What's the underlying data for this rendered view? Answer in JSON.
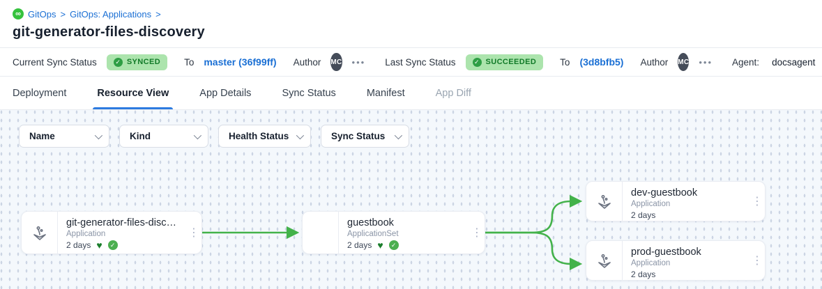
{
  "breadcrumb": {
    "separator": ">",
    "items": [
      {
        "label": "GitOps"
      },
      {
        "label": "GitOps: Applications"
      }
    ]
  },
  "page": {
    "title": "git-generator-files-discovery"
  },
  "icons": {
    "infinity": "∞",
    "check": "✓",
    "heart": "♥",
    "kebab": "⋮",
    "more": "•••"
  },
  "status_bar": {
    "current": {
      "label": "Current Sync Status",
      "badge": "SYNCED",
      "to_label": "To",
      "revision": "master (36f99ff)",
      "author_label": "Author",
      "author_initials": "MC"
    },
    "last": {
      "label": "Last Sync Status",
      "badge": "SUCCEEDED",
      "to_label": "To",
      "revision": "(3d8bfb5)",
      "author_label": "Author",
      "author_initials": "MC"
    },
    "agent": {
      "label": "Agent:",
      "value": "docsagent"
    }
  },
  "tabs": [
    {
      "label": "Deployment",
      "state": "normal"
    },
    {
      "label": "Resource View",
      "state": "active"
    },
    {
      "label": "App Details",
      "state": "normal"
    },
    {
      "label": "Sync Status",
      "state": "normal"
    },
    {
      "label": "Manifest",
      "state": "normal"
    },
    {
      "label": "App Diff",
      "state": "disabled"
    }
  ],
  "filters": [
    {
      "label": "Name"
    },
    {
      "label": "Kind"
    },
    {
      "label": "Health Status"
    },
    {
      "label": "Sync Status"
    }
  ],
  "graph": {
    "nodes": [
      {
        "title": "git-generator-files-disco...",
        "kind": "Application",
        "age": "2 days",
        "healthy": true,
        "synced": true,
        "icon": "argo-icon"
      },
      {
        "title": "guestbook",
        "kind": "ApplicationSet",
        "age": "2 days",
        "healthy": true,
        "synced": true,
        "icon": "none"
      },
      {
        "title": "dev-guestbook",
        "kind": "Application",
        "age": "2 days",
        "healthy": false,
        "synced": false,
        "icon": "argo-icon"
      },
      {
        "title": "prod-guestbook",
        "kind": "Application",
        "age": "2 days",
        "healthy": false,
        "synced": false,
        "icon": "argo-icon"
      }
    ],
    "edges": [
      {
        "from": "git-generator-files-disco...",
        "to": "guestbook"
      },
      {
        "from": "guestbook",
        "to": "dev-guestbook"
      },
      {
        "from": "guestbook",
        "to": "prod-guestbook"
      }
    ]
  },
  "colors": {
    "link_blue": "#1a6fd4",
    "edge_green": "#43b24a",
    "badge_bg": "#ace4ad",
    "badge_text": "#117a28",
    "tab_underline": "#2d7be0"
  }
}
